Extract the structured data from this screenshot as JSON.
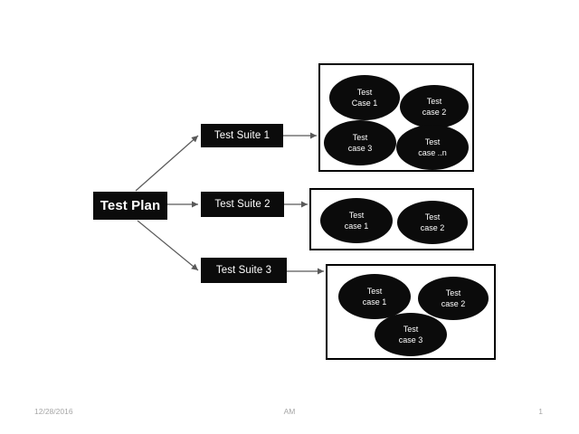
{
  "slide": {
    "background_color": "#ffffff",
    "node_fill_color": "#0b0b0b",
    "node_text_color": "#ffffff",
    "frame_border_color": "#000000",
    "connector_color": "#595959",
    "footer_text_color": "#a6a6a6"
  },
  "root": {
    "label": "Test Plan"
  },
  "suites": [
    {
      "label": "Test Suite 1"
    },
    {
      "label": "Test Suite 2"
    },
    {
      "label": "Test Suite 3"
    }
  ],
  "groups": [
    {
      "name": "test-suite-1-cases",
      "cases": [
        {
          "line1": "Test",
          "line2": "Case 1"
        },
        {
          "line1": "Test",
          "line2": "case 2"
        },
        {
          "line1": "Test",
          "line2": "case 3"
        },
        {
          "line1": "Test",
          "line2": "case ..n"
        }
      ]
    },
    {
      "name": "test-suite-2-cases",
      "cases": [
        {
          "line1": "Test",
          "line2": "case 1"
        },
        {
          "line1": "Test",
          "line2": "case 2"
        }
      ]
    },
    {
      "name": "test-suite-3-cases",
      "cases": [
        {
          "line1": "Test",
          "line2": "case 1"
        },
        {
          "line1": "Test",
          "line2": "case 2"
        },
        {
          "line1": "Test",
          "line2": "case 3"
        }
      ]
    }
  ],
  "footer": {
    "date": "12/28/2016",
    "center": "AM",
    "page_number": "1"
  }
}
